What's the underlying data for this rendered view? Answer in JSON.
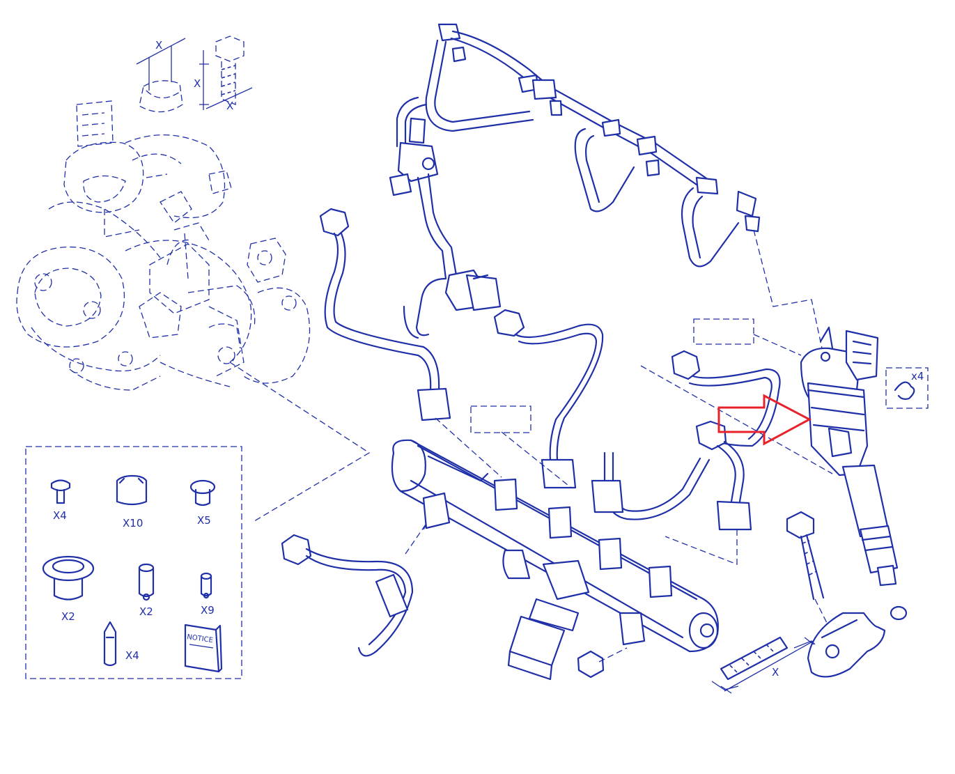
{
  "diagram": {
    "dimension_label": "X",
    "multiplier_label": "x4",
    "notice_label": "NOTICE",
    "kit_items": [
      {
        "name": "small-bolt",
        "qty": "X4"
      },
      {
        "name": "cap",
        "qty": "X10"
      },
      {
        "name": "grommet",
        "qty": "X5"
      },
      {
        "name": "large-plug",
        "qty": "X2"
      },
      {
        "name": "long-spacer",
        "qty": "X2"
      },
      {
        "name": "small-spacer",
        "qty": "X9"
      },
      {
        "name": "pointed-pin",
        "qty": "X4"
      }
    ],
    "colors": {
      "line": "#1f2fa8",
      "highlight_arrow": "#e8222a",
      "background": "#ffffff"
    }
  }
}
